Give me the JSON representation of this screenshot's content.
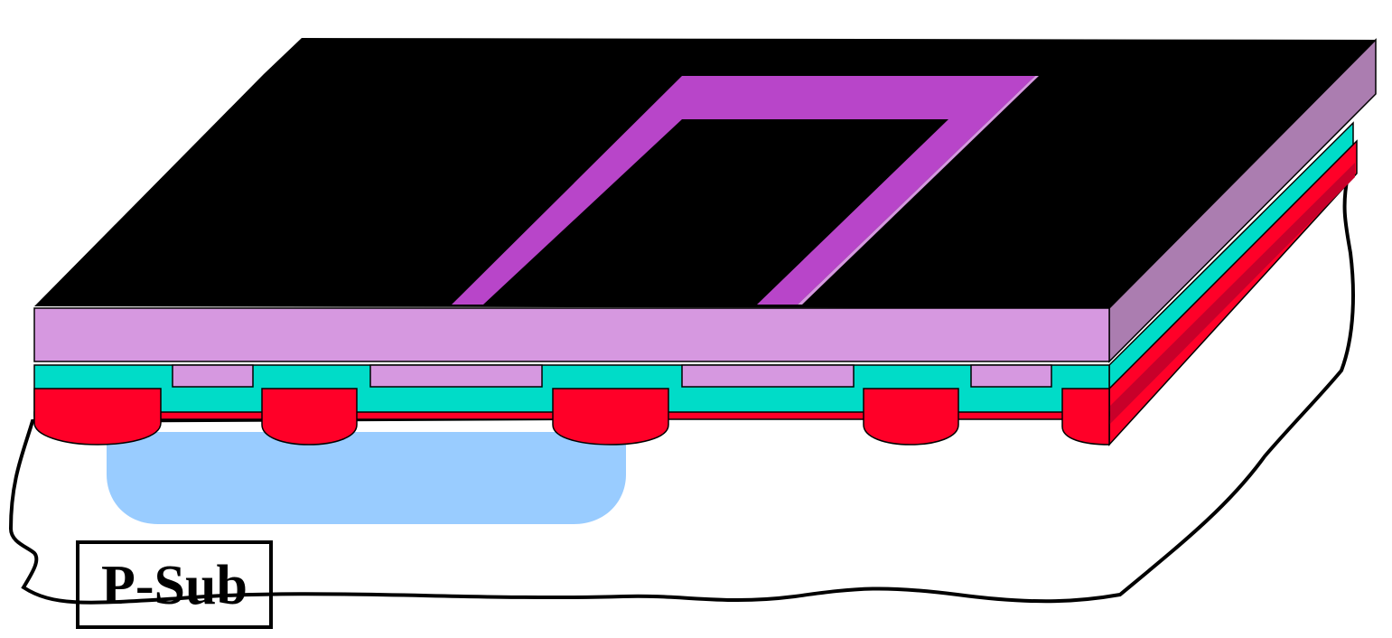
{
  "diagram": {
    "substrate_label": "P-Sub",
    "colors": {
      "background": "#ffffff",
      "outline": "#000000",
      "top_surface": "#000000",
      "contact_ring": "#b845c9",
      "top_layer_front": "#d698e0",
      "top_layer_side": "#ab7db0",
      "oxide": "#00dcc8",
      "diffusion_red": "#ff0028",
      "diffusion_red_side": "#c8002a",
      "n_well": "#99ccff",
      "substrate": "#ffffff"
    },
    "layers": [
      {
        "name": "top-layer",
        "color_key": "top_layer_front"
      },
      {
        "name": "oxide-layer",
        "color_key": "oxide"
      },
      {
        "name": "diffusion-layer",
        "color_key": "diffusion_red"
      },
      {
        "name": "n-well",
        "color_key": "n_well"
      },
      {
        "name": "substrate",
        "color_key": "substrate"
      }
    ]
  }
}
